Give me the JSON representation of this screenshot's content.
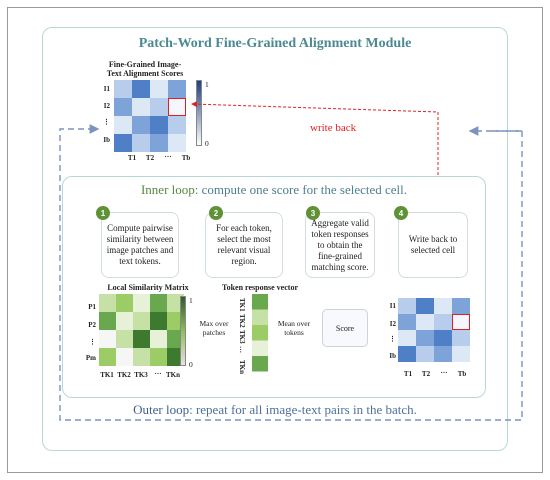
{
  "title": "Patch-Word Fine-Grained Alignment Module",
  "top_matrix": {
    "title_line1": "Fine-Grained Image-",
    "title_line2": "Text Alignment Scores",
    "row_labels": [
      "I1",
      "I2",
      "⋮",
      "Ib"
    ],
    "col_labels": [
      "T1",
      "T2",
      "…",
      "Tb"
    ],
    "colorbar_max": "1",
    "colorbar_min": "0"
  },
  "write_back_label": "write back",
  "inner_loop": {
    "title_bold": "Inner loop",
    "title_rest": ": compute one score for the selected cell."
  },
  "steps": [
    {
      "number": "1",
      "text": "Compute pairwise similarity between image patches and text tokens."
    },
    {
      "number": "2",
      "text": "For each token, select the most relevant visual region."
    },
    {
      "number": "3",
      "text": "Aggregate valid token responses to obtain the fine-grained matching score."
    },
    {
      "number": "4",
      "text": "Write back to selected cell"
    }
  ],
  "similarity_matrix": {
    "title": "Local Similarity Matrix",
    "row_labels": [
      "P1",
      "P2",
      "⋮",
      "Pm"
    ],
    "col_labels": [
      "TK1",
      "TK2",
      "TK3",
      "…",
      "TKn"
    ],
    "colorbar_max": "1",
    "colorbar_min": "0"
  },
  "max_over_label_line1": "Max over",
  "max_over_label_line2": "patches",
  "token_vector": {
    "title": "Token response vector",
    "labels": [
      "TK1",
      "TK2",
      "TK3",
      "…",
      "TKn"
    ]
  },
  "mean_over_label_line1": "Mean over",
  "mean_over_label_line2": "tokens",
  "score_label": "Score",
  "bottom_matrix": {
    "row_labels": [
      "I1",
      "I2",
      "⋮",
      "Ib"
    ],
    "col_labels": [
      "T1",
      "T2",
      "…",
      "Tb"
    ]
  },
  "outer_loop": {
    "title_bold": "Outer loop",
    "title_rest": ": repeat for all image-text pairs in the batch."
  },
  "colors": {
    "teal_title": "#4b8a92",
    "green": "#5f9236",
    "red_dashed": "#e02020",
    "blue_dashed": "#7a93bf"
  }
}
